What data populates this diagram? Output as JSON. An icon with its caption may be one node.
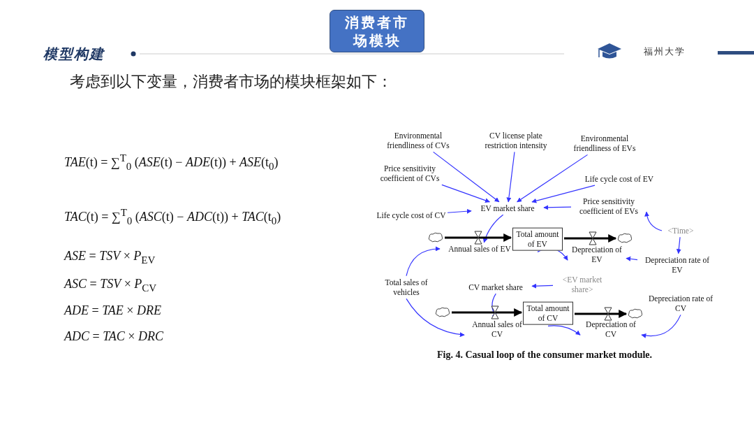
{
  "diagram": {
    "title": "消费者市场模块",
    "caption": "Fig. 4. Casual loop of the consumer market module.",
    "nodes": [
      {
        "text": [
          "Environmental friendliness of CVs"
        ]
      },
      {
        "text": [
          "CV license plate restriction intensity"
        ]
      },
      {
        "text": [
          "Environmental friendliness of EVs"
        ]
      },
      {
        "text": [
          "Price sensitivity coefficient of CVs"
        ]
      },
      {
        "text": [
          "Life cycle cost of EV"
        ]
      },
      {
        "text": [
          "Life cycle cost of CV"
        ]
      },
      {
        "text": [
          "EV market share"
        ]
      },
      {
        "text": [
          "Price sensitivity coefficient of EVs"
        ]
      },
      {
        "text": [],
        "shape": "cloud"
      },
      {
        "text": [
          "Annual sales of EV"
        ]
      },
      {
        "text": [
          "Total amount of EV"
        ]
      },
      {
        "text": [
          "Depreciation of EV"
        ]
      },
      {
        "text": [],
        "shape": "cloud"
      },
      {
        "text": [
          "<Time>"
        ]
      },
      {
        "text": [
          "Depreciation rate of EV"
        ]
      },
      {
        "text": [
          "Total sales of vehicles"
        ]
      },
      {
        "text": [
          "CV market share"
        ]
      },
      {
        "text": [
          "<EV market share>"
        ]
      },
      {
        "text": [
          "Depreciation rate of CV"
        ]
      },
      {
        "text": [],
        "shape": "cloud"
      },
      {
        "text": [
          "Annual sales of CV"
        ]
      },
      {
        "text": [
          "Total amount of CV"
        ]
      },
      {
        "text": [
          "Depreciation of CV"
        ]
      },
      {
        "text": [],
        "shape": "cloud"
      }
    ],
    "edges": [
      {
        "from": 0,
        "to": 6,
        "arrow": "to"
      },
      {
        "from": 1,
        "to": 6,
        "arrow": "to"
      },
      {
        "from": 2,
        "to": 6,
        "arrow": "to"
      },
      {
        "from": 3,
        "to": 6,
        "arrow": "to"
      },
      {
        "from": 4,
        "to": 6,
        "arrow": "to"
      },
      {
        "from": 5,
        "to": 6,
        "arrow": "to"
      },
      {
        "from": 7,
        "to": 6,
        "arrow": "to"
      },
      {
        "from": 6,
        "to": 9,
        "arrow": "to"
      },
      {
        "from": 13,
        "to": 7,
        "arrow": "to"
      },
      {
        "from": 13,
        "to": 14,
        "arrow": "to"
      },
      {
        "from": 14,
        "to": 11,
        "arrow": "to"
      },
      {
        "from": 10,
        "to": 11,
        "arrow": "to"
      },
      {
        "from": 15,
        "to": 9,
        "arrow": "to"
      },
      {
        "from": 15,
        "to": 20,
        "arrow": "to"
      },
      {
        "from": 17,
        "to": 16,
        "arrow": "to"
      },
      {
        "from": 16,
        "to": 20,
        "arrow": "to"
      },
      {
        "from": 21,
        "to": 22,
        "arrow": "to"
      },
      {
        "from": 18,
        "to": 22,
        "arrow": "to"
      },
      {
        "from": 8,
        "to": 10,
        "arrow": "to",
        "style": "thick",
        "color": "#000000"
      },
      {
        "from": 10,
        "to": 12,
        "arrow": "to",
        "style": "thick",
        "color": "#000000"
      },
      {
        "from": 19,
        "to": 21,
        "arrow": "to",
        "style": "thick",
        "color": "#000000"
      },
      {
        "from": 21,
        "to": 23,
        "arrow": "to",
        "style": "thick",
        "color": "#000000"
      }
    ],
    "labels": [
      "模型构建",
      "福州大学",
      "考虑到以下变量，消费者市场的模块框架如下：",
      "*TAE*(t) = ∑$^{T}$$_{0}$ (*ASE*(t) − *ADE*(t)) + *ASE*(t$_{0}$)",
      "*TAC*(t) = ∑$^{T}$$_{0}$ (*ASC*(t) − *ADC*(t)) + *TAC*(t$_{0}$)",
      "*ASE* = *TSV* × *P*$_{EV}$",
      "*ASC* = *TSV* × *P*$_{CV}$",
      "*ADE* = *TAE* × *DRE*",
      "*ADC* = *TAC* × *DRC*"
    ]
  }
}
